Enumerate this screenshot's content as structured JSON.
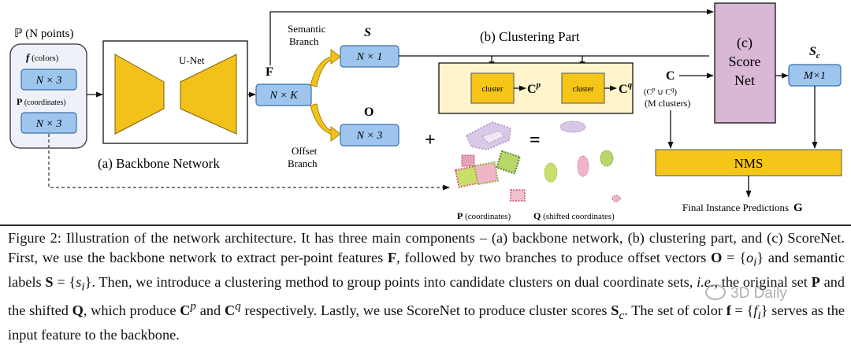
{
  "figure": {
    "input": {
      "title": "ℙ (N points)",
      "f_symbol": "f",
      "f_label": " (colors)",
      "f_dims": "N × 3",
      "p_symbol": "P",
      "p_label": " (coordinates)",
      "p_dims": "N × 3"
    },
    "backbone": {
      "unet_label": "U-Net",
      "caption": "(a) Backbone Network"
    },
    "features": {
      "symbol": "F",
      "dims": "N × K"
    },
    "semantic": {
      "label_line1": "Semantic",
      "label_line2": "Branch",
      "symbol": "S",
      "dims": "N × 1"
    },
    "offset": {
      "label_line1": "Offset",
      "label_line2": "Branch",
      "symbol": "O",
      "dims": "N × 3"
    },
    "clustering": {
      "title": "(b) Clustering Part",
      "cluster_label": "cluster",
      "cp_symbol": "C",
      "cp_sup": "p",
      "cq_symbol": "C",
      "cq_sup": "q",
      "c_symbol": "C",
      "c_union": "(C",
      "c_union_p": "p",
      "c_union_cup": " ∪ C",
      "c_union_q": "q",
      "c_union_close": ")",
      "c_count": "(M clusters)",
      "plus": "+",
      "equals": "=",
      "p_caption_symbol": "P",
      "p_caption_text": " (coordinates)",
      "q_caption_symbol": "Q",
      "q_caption_text": " (shifted coordinates)"
    },
    "scorenet": {
      "line1": "(c)",
      "line2": "Score",
      "line3": "Net",
      "sc_symbol": "S",
      "sc_sub": "c",
      "dims": "M×1"
    },
    "nms": {
      "label": "NMS"
    },
    "final": {
      "label": "Final Instance Predictions",
      "symbol": "G"
    }
  },
  "caption": {
    "s1": "Figure 2: Illustration of the network architecture. It has three main components – (a) backbone network, (b) clustering part, and (c) ScoreNet. First, we use the backbone network to extract per-point features ",
    "F": "F",
    "s2": ", followed by two branches to produce offset vectors ",
    "O": "O",
    "s3": " = {",
    "oi": "o",
    "oi_sub": "i",
    "s4": "} and semantic labels ",
    "S": "S",
    "s5": " = {",
    "si": "s",
    "si_sub": "i",
    "s6": "}. Then, we introduce a clustering method to group points into candidate clusters on dual coordinate sets, ",
    "ie": "i.e.",
    "s7": ", the original set ",
    "P": "P",
    "s8": " and the shifted ",
    "Q": "Q",
    "s9": ", which produce ",
    "Cp": "C",
    "Cp_sup": "p",
    "s10": " and ",
    "Cq": "C",
    "Cq_sup": "q",
    "s11": " respectively. Lastly, we use ScoreNet to produce cluster scores ",
    "Sc": "S",
    "Sc_sub": "c",
    "s12": ". The set of color ",
    "f": "f",
    "s13": " = {",
    "fi": "f",
    "fi_sub": "i",
    "s14": "} serves as the input feature to the backbone."
  },
  "watermark": "3D Daily",
  "colors": {
    "input_bg": "#eef2f8",
    "dims_box": "#9ec5ee",
    "dims_border": "#3b6fa8",
    "trapezoid": "#f2c21b",
    "cluster_panel": "#fff4cc",
    "cluster_box": "#f5c518",
    "scorenet": "#d9b8d6",
    "nms": "#f5c518",
    "branch_arrow": "#f2c21b"
  }
}
